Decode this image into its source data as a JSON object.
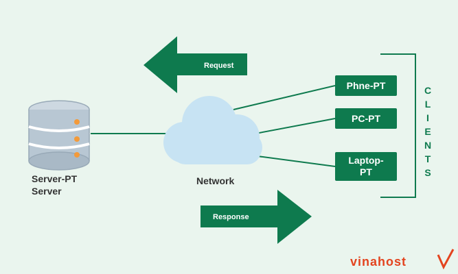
{
  "arrows": {
    "request_label": "Request",
    "response_label": "Response"
  },
  "server": {
    "label_line1": "Server-PT",
    "label_line2": "Server"
  },
  "network": {
    "label": "Network"
  },
  "clients": {
    "title_letters": [
      "C",
      "L",
      "I",
      "E",
      "N",
      "T",
      "S"
    ],
    "items": [
      {
        "label": "Phne-PT"
      },
      {
        "label": "PC-PT"
      },
      {
        "label_line1": "Laptop-",
        "label_line2": "PT"
      }
    ]
  },
  "brand": {
    "text": "vinahost"
  },
  "colors": {
    "accent_green": "#0e7a4e",
    "cloud": "#c7e3f3",
    "server_body": "#b8c7d3",
    "server_led": "#f39a3a",
    "brand_red": "#e3441f"
  }
}
